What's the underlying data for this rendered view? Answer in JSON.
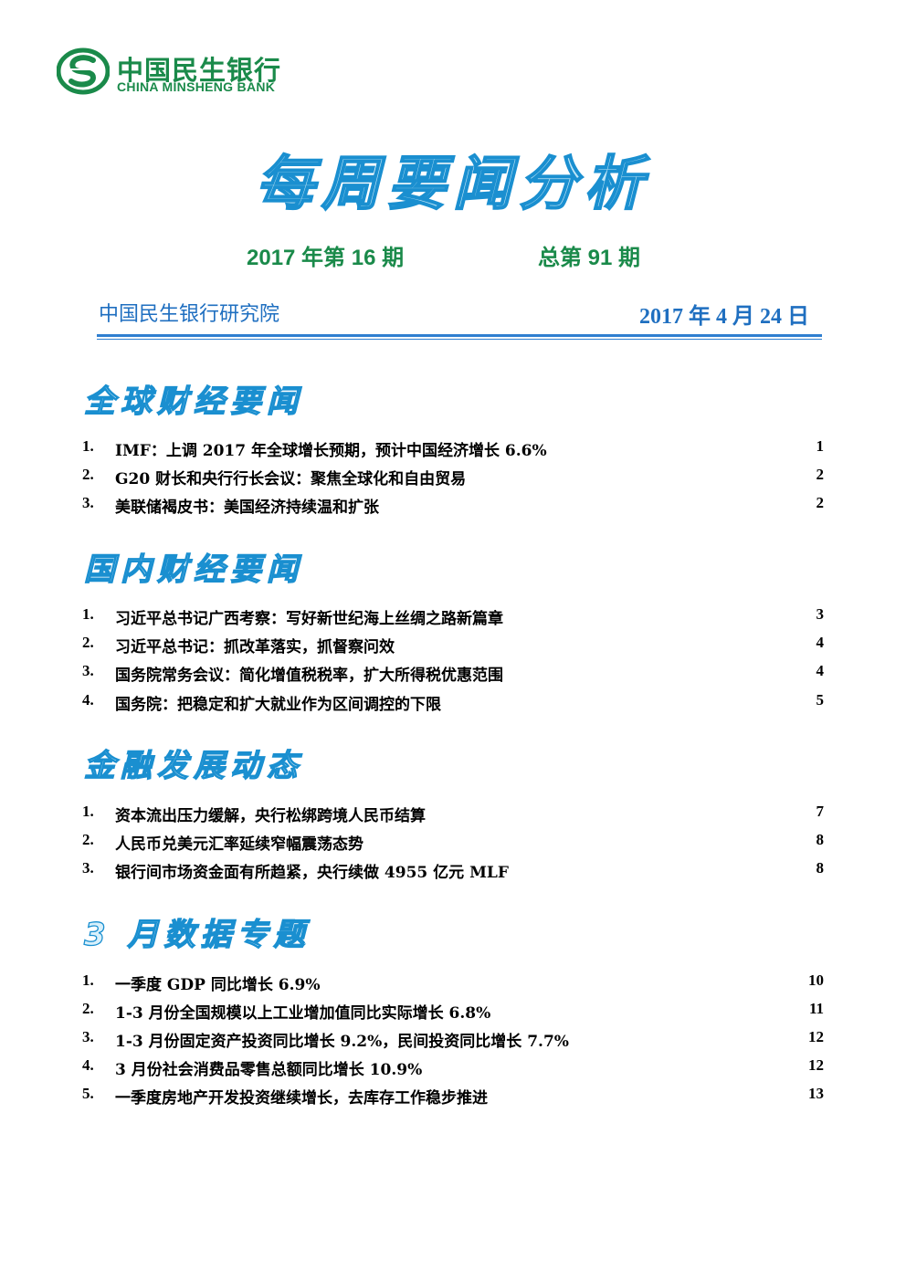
{
  "brand": {
    "name_cn": "中国民生银行",
    "name_en": "CHINA MINSHENG BANK",
    "logo_icon": "minsheng-bank-logo",
    "color": "#1a8a4a"
  },
  "title": "每周要闻分析",
  "issue": {
    "year_issue": "2017 年第 16 期",
    "total_issue": "总第 91 期"
  },
  "institute": "中国民生银行研究院",
  "date": "2017 年 4 月 24 日",
  "sections": [
    {
      "title": "全球财经要闻",
      "items": [
        {
          "num": "1.",
          "text": "IMF：上调 2017 年全球增长预期，预计中国经济增长 6.6%",
          "page": "1"
        },
        {
          "num": "2.",
          "text": "G20 财长和央行行长会议：聚焦全球化和自由贸易",
          "page": "2"
        },
        {
          "num": "3.",
          "text": "美联储褐皮书：美国经济持续温和扩张",
          "page": "2"
        }
      ]
    },
    {
      "title": "国内财经要闻",
      "items": [
        {
          "num": "1.",
          "text": "习近平总书记广西考察：写好新世纪海上丝绸之路新篇章",
          "page": "3"
        },
        {
          "num": "2.",
          "text": "习近平总书记：抓改革落实，抓督察问效",
          "page": "4"
        },
        {
          "num": "3.",
          "text": "国务院常务会议：简化增值税税率，扩大所得税优惠范围",
          "page": "4"
        },
        {
          "num": "4.",
          "text": "国务院：把稳定和扩大就业作为区间调控的下限",
          "page": "5"
        }
      ]
    },
    {
      "title": "金融发展动态",
      "items": [
        {
          "num": "1.",
          "text": "资本流出压力缓解，央行松绑跨境人民币结算",
          "page": "7"
        },
        {
          "num": "2.",
          "text": "人民币兑美元汇率延续窄幅震荡态势",
          "page": "8"
        },
        {
          "num": "3.",
          "text": "银行间市场资金面有所趋紧，央行续做 4955 亿元 MLF",
          "page": "8"
        }
      ]
    },
    {
      "title": "3 月数据专题",
      "items": [
        {
          "num": "1.",
          "text": "一季度 GDP 同比增长 6.9%",
          "page": "10"
        },
        {
          "num": "2.",
          "text": "1-3 月份全国规模以上工业增加值同比实际增长 6.8%",
          "page": "11"
        },
        {
          "num": "3.",
          "text": "1-3 月份固定资产投资同比增长 9.2%，民间投资同比增长 7.7%",
          "page": "12"
        },
        {
          "num": "4.",
          "text": "3 月份社会消费品零售总额同比增长 10.9%",
          "page": "12"
        },
        {
          "num": "5.",
          "text": "一季度房地产开发投资继续增长，去库存工作稳步推进",
          "page": "13"
        }
      ]
    }
  ]
}
